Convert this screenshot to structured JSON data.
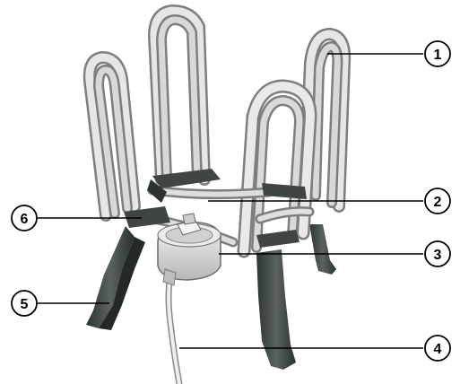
{
  "callouts": [
    {
      "number": "1"
    },
    {
      "number": "2"
    },
    {
      "number": "3"
    },
    {
      "number": "4"
    },
    {
      "number": "5"
    },
    {
      "number": "6"
    }
  ],
  "colors": {
    "background": "#ffffff",
    "wire_light": "#e2e2e2",
    "wire_dark": "#8a8a8a",
    "bracket": "#3f4545",
    "hub": "#d8d8d8",
    "callout_line": "#000000"
  }
}
